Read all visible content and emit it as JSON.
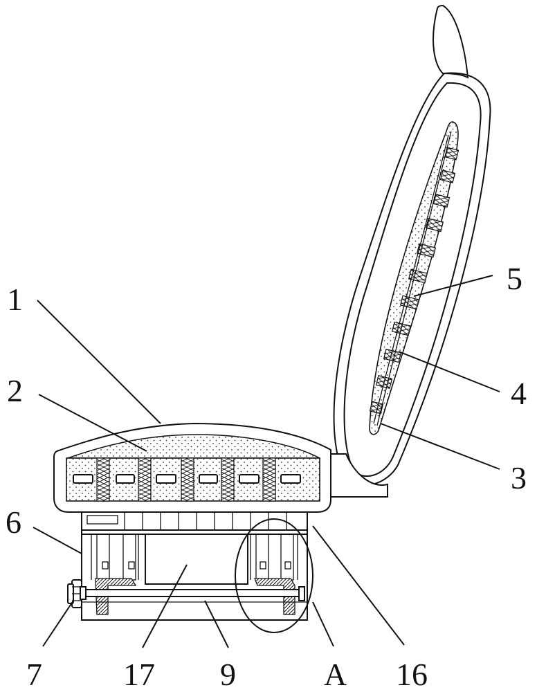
{
  "labels": {
    "l1": "1",
    "l2": "2",
    "l3": "3",
    "l4": "4",
    "l5": "5",
    "l6": "6",
    "l7": "7",
    "l9": "9",
    "l16": "16",
    "l17": "17",
    "lA": "A"
  },
  "colors": {
    "line": "#111111",
    "background": "#ffffff"
  }
}
